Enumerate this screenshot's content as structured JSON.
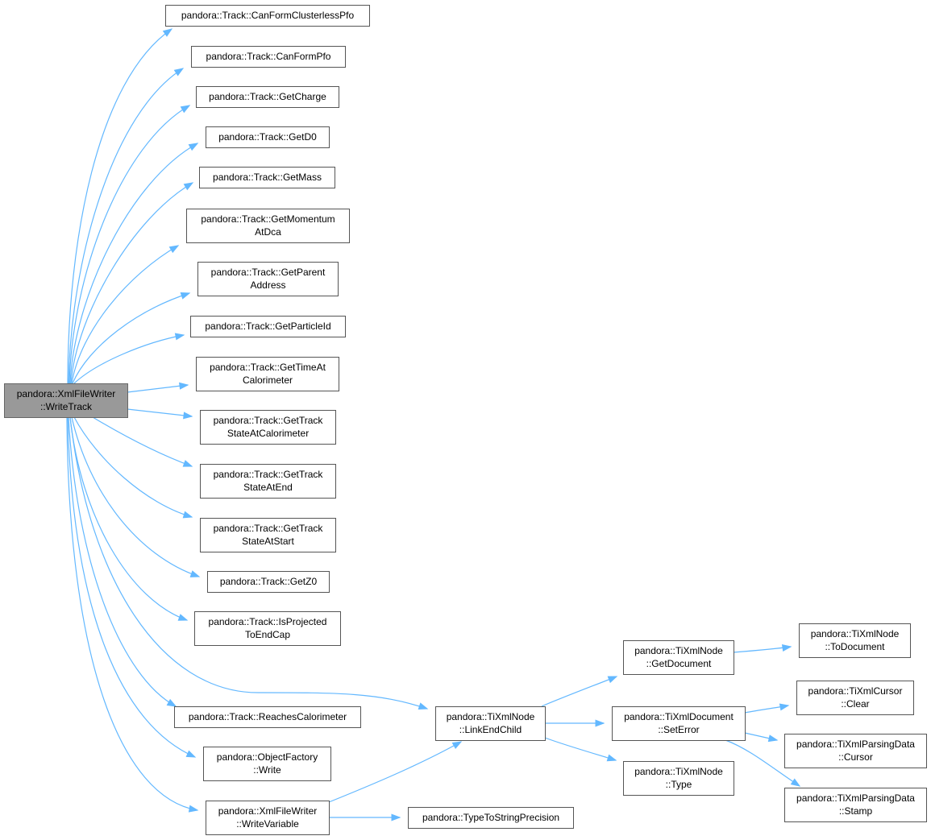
{
  "nodes": [
    {
      "id": "n0",
      "lines": [
        "pandora::XmlFileWriter",
        "::WriteTrack"
      ],
      "root": true
    },
    {
      "id": "n1",
      "lines": [
        "pandora::Track::CanFormClusterlessPfo"
      ]
    },
    {
      "id": "n2",
      "lines": [
        "pandora::Track::CanFormPfo"
      ]
    },
    {
      "id": "n3",
      "lines": [
        "pandora::Track::GetCharge"
      ]
    },
    {
      "id": "n4",
      "lines": [
        "pandora::Track::GetD0"
      ]
    },
    {
      "id": "n5",
      "lines": [
        "pandora::Track::GetMass"
      ]
    },
    {
      "id": "n6",
      "lines": [
        "pandora::Track::GetMomentum",
        "AtDca"
      ]
    },
    {
      "id": "n7",
      "lines": [
        "pandora::Track::GetParent",
        "Address"
      ]
    },
    {
      "id": "n8",
      "lines": [
        "pandora::Track::GetParticleId"
      ]
    },
    {
      "id": "n9",
      "lines": [
        "pandora::Track::GetTimeAt",
        "Calorimeter"
      ]
    },
    {
      "id": "n10",
      "lines": [
        "pandora::Track::GetTrack",
        "StateAtCalorimeter"
      ]
    },
    {
      "id": "n11",
      "lines": [
        "pandora::Track::GetTrack",
        "StateAtEnd"
      ]
    },
    {
      "id": "n12",
      "lines": [
        "pandora::Track::GetTrack",
        "StateAtStart"
      ]
    },
    {
      "id": "n13",
      "lines": [
        "pandora::Track::GetZ0"
      ]
    },
    {
      "id": "n14",
      "lines": [
        "pandora::Track::IsProjected",
        "ToEndCap"
      ]
    },
    {
      "id": "n15",
      "lines": [
        "pandora::TiXmlNode",
        "::LinkEndChild"
      ]
    },
    {
      "id": "n16",
      "lines": [
        "pandora::Track::ReachesCalorimeter"
      ]
    },
    {
      "id": "n17",
      "lines": [
        "pandora::ObjectFactory",
        "::Write"
      ]
    },
    {
      "id": "n18",
      "lines": [
        "pandora::XmlFileWriter",
        "::WriteVariable"
      ]
    },
    {
      "id": "n19",
      "lines": [
        "pandora::TiXmlNode",
        "::GetDocument"
      ]
    },
    {
      "id": "n20",
      "lines": [
        "pandora::TiXmlDocument",
        "::SetError"
      ]
    },
    {
      "id": "n21",
      "lines": [
        "pandora::TiXmlNode",
        "::Type"
      ]
    },
    {
      "id": "n22",
      "lines": [
        "pandora::TiXmlNode",
        "::ToDocument"
      ]
    },
    {
      "id": "n23",
      "lines": [
        "pandora::TiXmlCursor",
        "::Clear"
      ]
    },
    {
      "id": "n24",
      "lines": [
        "pandora::TiXmlParsingData",
        "::Cursor"
      ]
    },
    {
      "id": "n25",
      "lines": [
        "pandora::TiXmlParsingData",
        "::Stamp"
      ]
    },
    {
      "id": "n26",
      "lines": [
        "pandora::TypeToStringPrecision"
      ]
    }
  ],
  "edges": [
    [
      "n0",
      "n1"
    ],
    [
      "n0",
      "n2"
    ],
    [
      "n0",
      "n3"
    ],
    [
      "n0",
      "n4"
    ],
    [
      "n0",
      "n5"
    ],
    [
      "n0",
      "n6"
    ],
    [
      "n0",
      "n7"
    ],
    [
      "n0",
      "n8"
    ],
    [
      "n0",
      "n9"
    ],
    [
      "n0",
      "n10"
    ],
    [
      "n0",
      "n11"
    ],
    [
      "n0",
      "n12"
    ],
    [
      "n0",
      "n13"
    ],
    [
      "n0",
      "n14"
    ],
    [
      "n0",
      "n15"
    ],
    [
      "n0",
      "n16"
    ],
    [
      "n0",
      "n17"
    ],
    [
      "n0",
      "n18"
    ],
    [
      "n15",
      "n19"
    ],
    [
      "n15",
      "n20"
    ],
    [
      "n15",
      "n21"
    ],
    [
      "n19",
      "n22"
    ],
    [
      "n20",
      "n23"
    ],
    [
      "n20",
      "n24"
    ],
    [
      "n20",
      "n25"
    ],
    [
      "n18",
      "n15"
    ],
    [
      "n18",
      "n26"
    ]
  ],
  "colors": {
    "edge": "#63b8ff",
    "root_fill": "#999999",
    "node_border": "#555555"
  }
}
